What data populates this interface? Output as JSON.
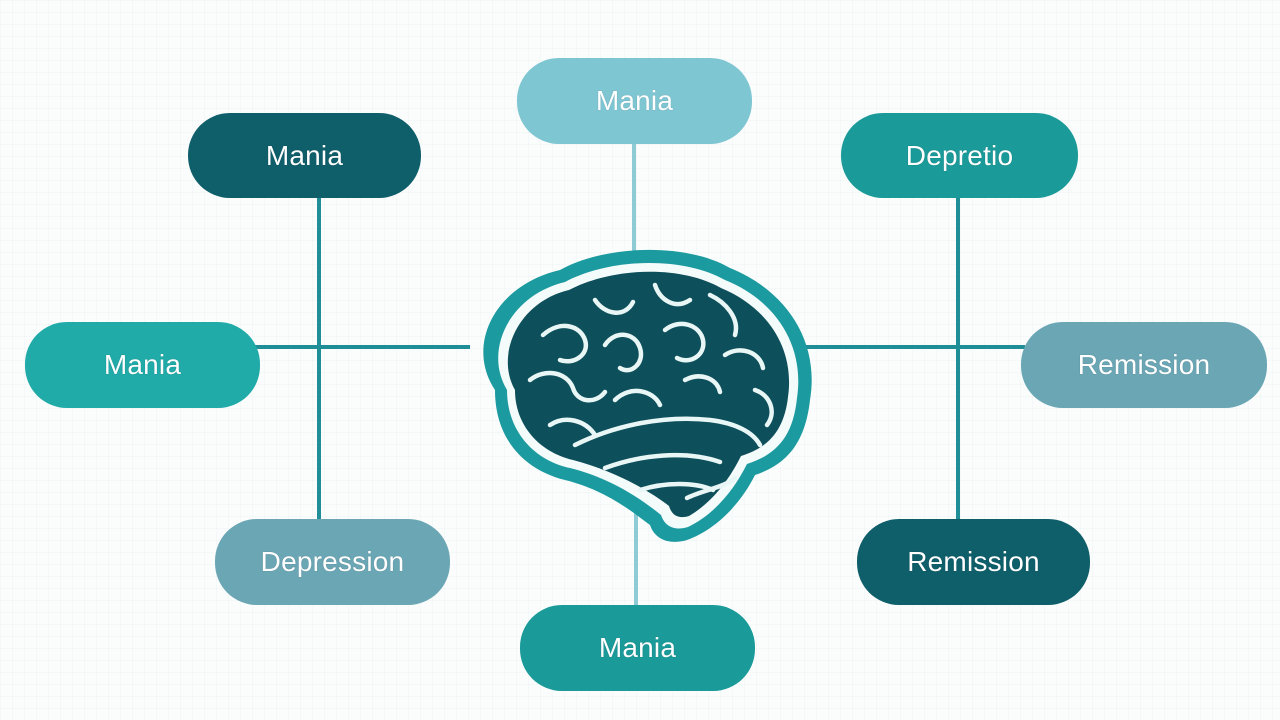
{
  "colors": {
    "dark_teal": "#0f5f6b",
    "medium_teal": "#1a9a99",
    "bright_teal": "#20aaa8",
    "light_teal": "#7fc6d3",
    "muted_blue": "#6ba6b5",
    "brain_fill": "#0d4f5a",
    "brain_outline": "#1b9aa0",
    "brain_sulci": "#e9f6f6",
    "connector": "#1f8e96",
    "connector_light": "#8fcbd4"
  },
  "nodes": {
    "top_center": {
      "label": "Mania"
    },
    "top_left": {
      "label": "Mania"
    },
    "top_right": {
      "label": "Depretio"
    },
    "mid_left": {
      "label": "Mania"
    },
    "mid_right": {
      "label": "Remission"
    },
    "bottom_left": {
      "label": "Depression"
    },
    "bottom_right": {
      "label": "Remission"
    },
    "bottom_center": {
      "label": "Mania"
    }
  },
  "center": {
    "icon": "brain-icon"
  }
}
